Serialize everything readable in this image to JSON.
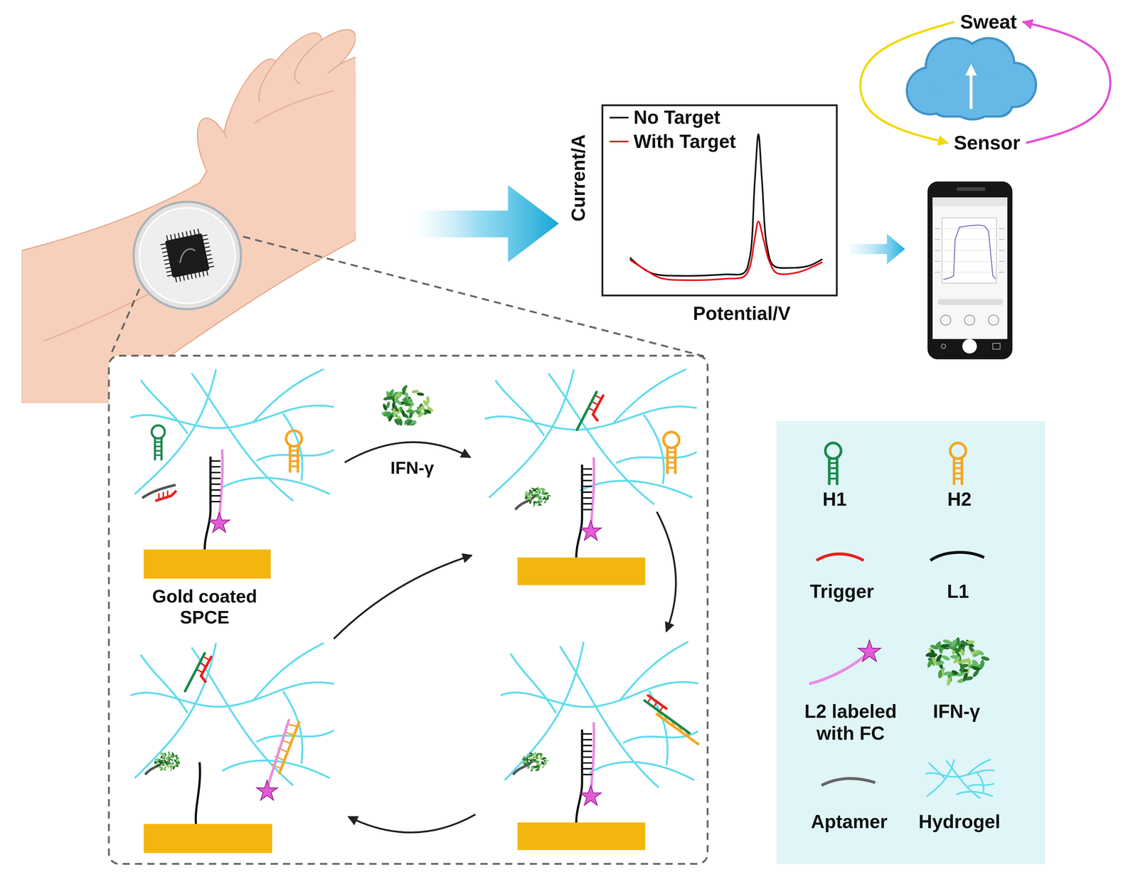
{
  "diagram": {
    "nodes": [
      {
        "text": [
          "Sweat"
        ]
      },
      {
        "text": [
          "Sensor"
        ]
      }
    ],
    "edges": [
      {
        "from": 0,
        "to": 1,
        "arrow": "to"
      },
      {
        "from": 1,
        "to": 0,
        "arrow": "to"
      }
    ],
    "labels": [
      "Current/A",
      "Potential/V",
      "IFN-γ",
      "Gold coated SPCE"
    ],
    "legend": [
      {
        "text": "No Target"
      },
      {
        "text": "With Target"
      },
      {
        "text": "H1"
      },
      {
        "text": "H2"
      },
      {
        "text": "Trigger"
      },
      {
        "text": "L1"
      },
      {
        "text": "L2 labeled with FC"
      },
      {
        "text": "IFN-γ"
      },
      {
        "text": "Aptamer"
      },
      {
        "text": "Hydrogel"
      }
    ]
  }
}
